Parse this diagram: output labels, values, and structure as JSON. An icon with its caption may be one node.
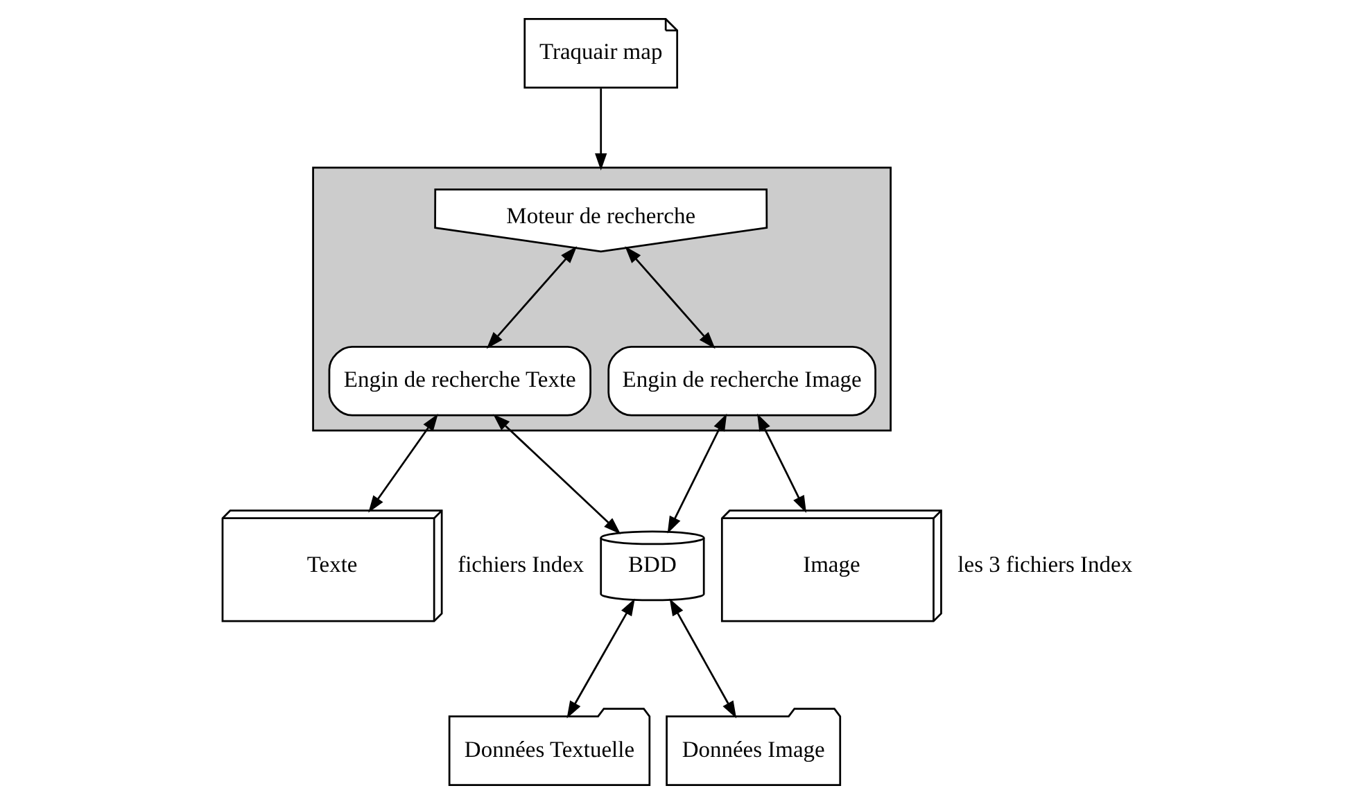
{
  "diagram": {
    "nodes": [
      {
        "text": [],
        "shape": "box"
      },
      {
        "text": [
          "Traquair map"
        ]
      },
      {
        "text": [
          "Moteur de recherche"
        ],
        "in": 0
      },
      {
        "text": [
          "Engin de recherche Texte"
        ],
        "in": 0
      },
      {
        "text": [
          "Engin de recherche Image"
        ],
        "in": 0
      },
      {
        "text": [
          "BDD"
        ]
      },
      {
        "text": [
          "Texte"
        ],
        "beside": [
          "fichiers Index"
        ]
      },
      {
        "text": [
          "Données Textuelle"
        ]
      },
      {
        "text": [
          "Données Image"
        ]
      },
      {
        "text": [
          "Image"
        ],
        "beside": [
          "les 3 fichiers Index"
        ]
      }
    ],
    "edges": [
      {
        "from": 1,
        "to": 0,
        "arrow": "to"
      },
      {
        "from": 2,
        "to": 3,
        "arrow": "both"
      },
      {
        "from": 2,
        "to": 4,
        "arrow": "both"
      },
      {
        "from": 3,
        "to": 6,
        "arrow": "both"
      },
      {
        "from": 3,
        "to": 5,
        "arrow": "both"
      },
      {
        "from": 4,
        "to": 5,
        "arrow": "both"
      },
      {
        "from": 5,
        "to": 7,
        "arrow": "both"
      },
      {
        "from": 5,
        "to": 8,
        "arrow": "both"
      },
      {
        "from": 4,
        "to": 9,
        "arrow": "both"
      }
    ]
  }
}
